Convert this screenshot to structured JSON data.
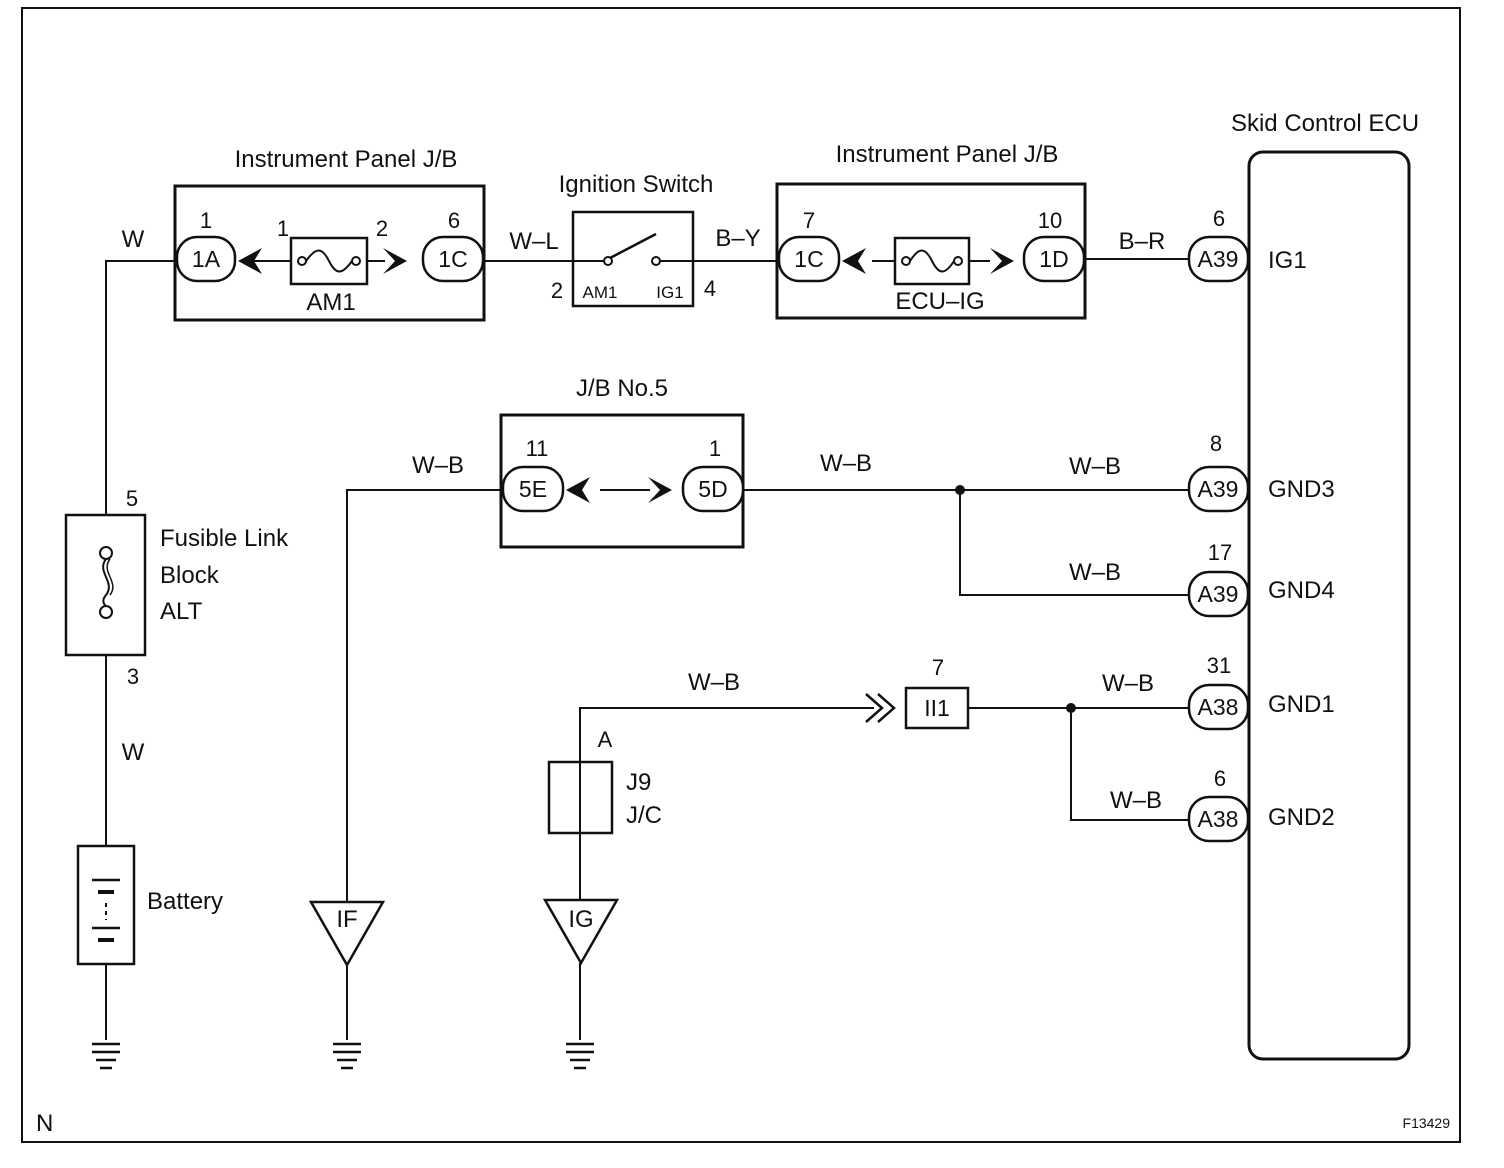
{
  "frame": {
    "corner_label": "N",
    "figure_id": "F13429"
  },
  "components": {
    "ip_jb_1": {
      "title": "Instrument Panel J/B",
      "fuse": "AM1"
    },
    "ignition_switch": {
      "title": "Ignition Switch",
      "term_am1": "AM1",
      "term_ig1": "IG1",
      "pin_left": "2",
      "pin_right": "4"
    },
    "ip_jb_2": {
      "title": "Instrument Panel J/B",
      "fuse": "ECU–IG"
    },
    "jb5": {
      "title": "J/B No.5"
    },
    "fusible_link": {
      "line1": "Fusible Link",
      "line2": "Block",
      "line3": "ALT",
      "pin_top": "5",
      "pin_bottom": "3"
    },
    "battery": {
      "label": "Battery"
    },
    "junction": {
      "line1": "J9",
      "line2": "J/C",
      "pin": "A"
    },
    "connector_ii1": {
      "label": "II1",
      "pin": "7"
    },
    "ecu": {
      "title": "Skid Control ECU"
    }
  },
  "connectors": [
    {
      "name": "1A",
      "pin": "1"
    },
    {
      "name": "1C",
      "pin": "6"
    },
    {
      "name": "1C",
      "pin": "7"
    },
    {
      "name": "1D",
      "pin": "10"
    },
    {
      "name": "5E",
      "pin": "11"
    },
    {
      "name": "5D",
      "pin": "1"
    }
  ],
  "fuse_pins": {
    "am1_left": "1",
    "am1_right": "2"
  },
  "wires": {
    "w_top": "W",
    "w_bottom": "W",
    "w_l": "W–L",
    "b_y": "B–Y",
    "b_r": "B–R",
    "wb_jb5_left": "W–B",
    "wb_jb5_right": "W–B",
    "wb_gnd3": "W–B",
    "wb_gnd4": "W–B",
    "wb_junction": "W–B",
    "wb_gnd1": "W–B",
    "wb_gnd2": "W–B"
  },
  "grounds": {
    "if": "IF",
    "ig": "IG"
  },
  "ecu_terminals": [
    {
      "connector": "A39",
      "pin": "6",
      "signal": "IG1"
    },
    {
      "connector": "A39",
      "pin": "8",
      "signal": "GND3"
    },
    {
      "connector": "A39",
      "pin": "17",
      "signal": "GND4"
    },
    {
      "connector": "A38",
      "pin": "31",
      "signal": "GND1"
    },
    {
      "connector": "A38",
      "pin": "6",
      "signal": "GND2"
    }
  ]
}
